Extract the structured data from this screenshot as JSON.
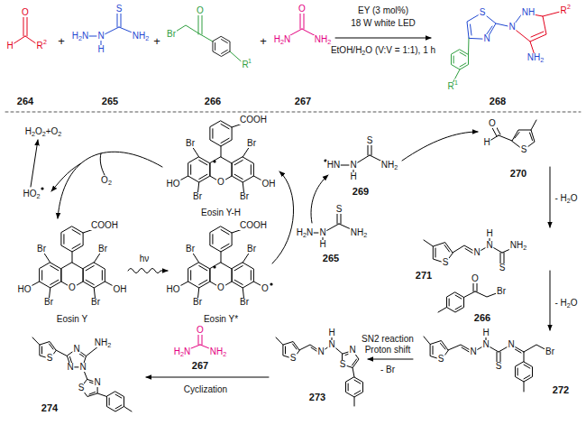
{
  "diagram": {
    "labels": [
      "O",
      "H",
      "R",
      "2",
      "264",
      "+",
      "H2N",
      "N",
      "H",
      "S",
      "NH2",
      "265",
      "+",
      "Br",
      "O",
      "R",
      "1",
      "266",
      "+",
      "O",
      "H2N",
      "NH2",
      "267",
      "EY (3 mol%)",
      "18 W white LED",
      "EtOH/H2O (V:V = 1:1), 1 h",
      "S",
      "N",
      "N",
      "NH",
      "R",
      "2",
      "NH2",
      "R",
      "1",
      "268",
      "H2O2+O2",
      "HO2",
      "O2",
      "COOH",
      "Br",
      "Br",
      "HO",
      "O",
      "OH",
      "Br",
      "Br",
      "Eosin Y-H",
      "COOH",
      "Br",
      "Br",
      "HO",
      "O",
      "OH",
      "Br",
      "Br",
      "Eosin Y",
      "hν",
      "COOH",
      "Br",
      "Br",
      "HO",
      "O",
      "O",
      "Br",
      "Br",
      "Eosin Y*",
      "H2N",
      "N",
      "H",
      "S",
      "NH2",
      "265",
      "HN",
      "N",
      "H",
      "S",
      "NH2",
      "269",
      "O",
      "H",
      "S",
      "270",
      "- H2O",
      "S",
      "N",
      "N",
      "H",
      "S",
      "NH2",
      "271",
      "O",
      "Br",
      "266",
      "- H2O",
      "S",
      "N",
      "N",
      "H",
      "S",
      "N",
      "Br",
      "272",
      "SN2 reaction",
      "Proton shift",
      "- Br",
      "S",
      "N",
      "N",
      "H",
      "N",
      "S",
      "273",
      "O",
      "H2N",
      "NH2",
      "267",
      "Cyclization",
      "N",
      "NH2",
      "N",
      "N",
      "S",
      "N",
      "S",
      "274"
    ]
  }
}
